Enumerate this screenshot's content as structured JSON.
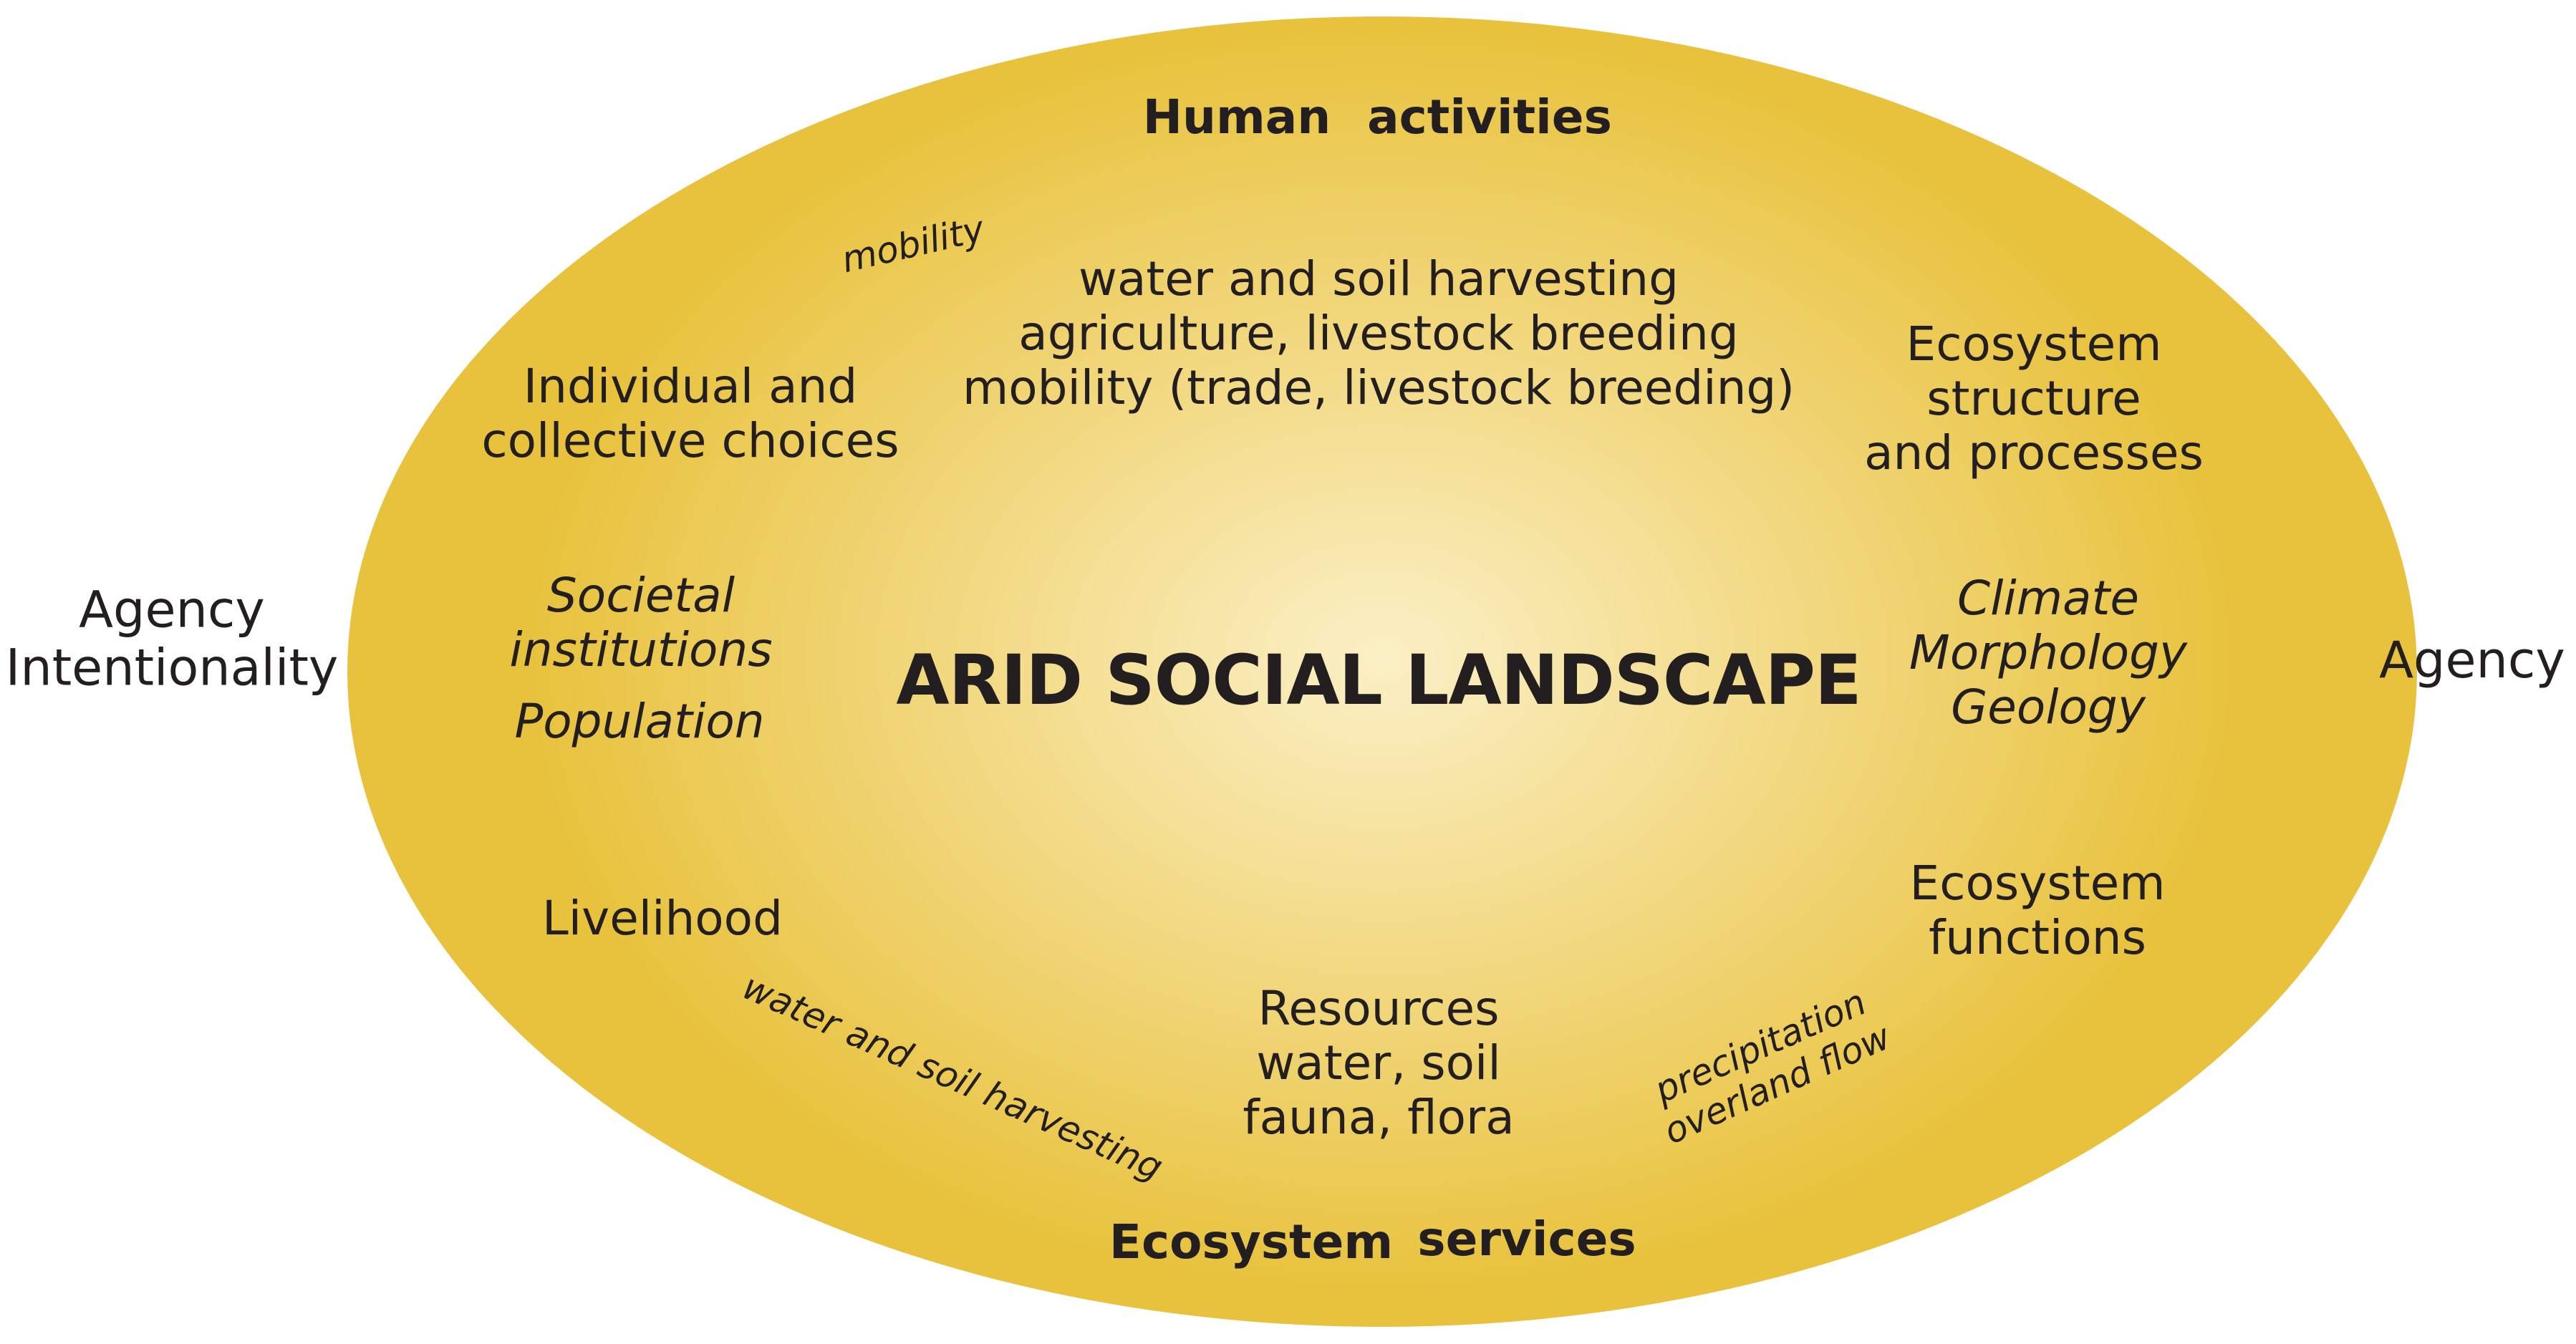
{
  "colors": {
    "ellipse_center": "#fbf0c6",
    "ellipse_mid": "#f1d67a",
    "ellipse_edge": "#e8c23c",
    "text": "#231f20"
  },
  "outer": {
    "left_line1": "Agency",
    "left_line2": "Intentionality",
    "right": "Agency"
  },
  "top": {
    "heading_a": "Human",
    "heading_b": "activities",
    "line1": "water and soil harvesting",
    "line2": "agriculture, livestock breeding",
    "line3": "mobility (trade, livestock breeding)",
    "arc_mobility": "mobility"
  },
  "left": {
    "choices_line1": "Individual and",
    "choices_line2": "collective choices",
    "societal_line1": "Societal",
    "societal_line2": "institutions",
    "population": "Population",
    "livelihood": "Livelihood",
    "arc_harvesting": "water and soil harvesting"
  },
  "center": {
    "title": "ARID SOCIAL LANDSCAPE"
  },
  "right": {
    "structure_line1": "Ecosystem",
    "structure_line2": "structure",
    "structure_line3": "and processes",
    "climate": "Climate",
    "morphology": "Morphology",
    "geology": "Geology",
    "functions_line1": "Ecosystem",
    "functions_line2": "functions",
    "arc_precip_line1": "precipitation",
    "arc_precip_line2": "overland flow"
  },
  "bottom": {
    "resources_line1": "Resources",
    "resources_line2": "water, soil",
    "resources_line3": "fauna, flora",
    "heading_a": "Ecosystem",
    "heading_b": "services"
  }
}
